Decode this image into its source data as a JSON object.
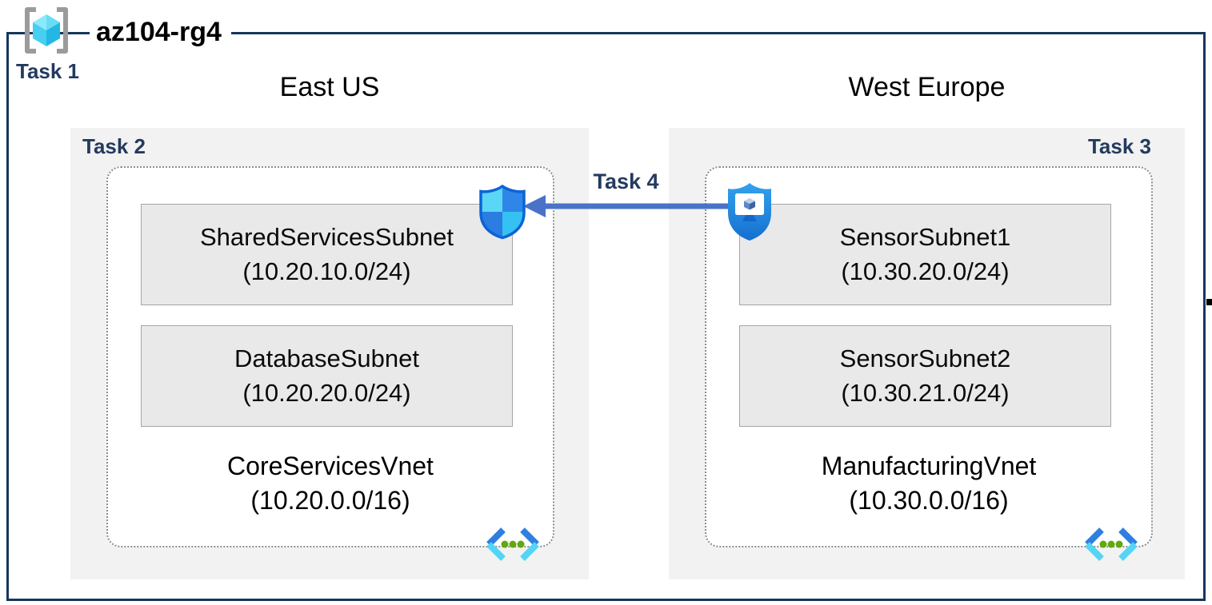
{
  "title": {
    "name": "az104-rg4",
    "task": "Task 1"
  },
  "regions": [
    {
      "name": "East US",
      "task": "Task 2",
      "vnet": {
        "name": "CoreServicesVnet",
        "cidr": "(10.20.0.0/16)",
        "subnets": [
          {
            "name": "SharedServicesSubnet",
            "cidr": "(10.20.10.0/24)"
          },
          {
            "name": "DatabaseSubnet",
            "cidr": "(10.20.20.0/24)"
          }
        ]
      }
    },
    {
      "name": "West Europe",
      "task": "Task 3",
      "vnet": {
        "name": "ManufacturingVnet",
        "cidr": "(10.30.0.0/16)",
        "subnets": [
          {
            "name": "SensorSubnet1",
            "cidr": "(10.30.20.0/24)"
          },
          {
            "name": "SensorSubnet2",
            "cidr": "(10.30.21.0/24)"
          }
        ]
      }
    }
  ],
  "connection": {
    "task": "Task 4"
  },
  "icons": {
    "resource_group": "resource-group-icon",
    "left_endpoint": "defender-shield-icon",
    "right_endpoint": "bastion-shield-icon",
    "vnet": "virtual-network-icon",
    "arrow": "peering-arrow"
  },
  "colors": {
    "frame": "#16365C",
    "task_label": "#243A5E",
    "region_bg": "#F1F2F1",
    "subnet_bg": "#E9E9E9",
    "subnet_border": "#A6A6A6",
    "vnet_border_dotted": "#8C8C8C",
    "arrow_blue": "#4A72C8",
    "shield_blue": "#2F86E8",
    "shield_cyan": "#50D7F5",
    "shield_outline": "#0C63D8",
    "bastion_blue": "#1E84E0",
    "green_dot": "#62A80F",
    "bracket_gray": "#9B9B9B"
  }
}
